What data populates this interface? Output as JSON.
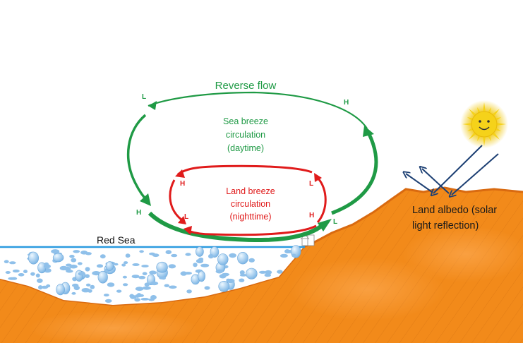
{
  "colors": {
    "sea_breeze": "#1f9a45",
    "land_breeze": "#e01b1b",
    "land": "#f28a1a",
    "land_outline": "#d96a10",
    "sea_surface": "#2b9be0",
    "sun": "#f5d21a",
    "reflection_arrows": "#1c3f73"
  },
  "labels": {
    "sea": "Red Sea",
    "reverse_flow": "Reverse flow",
    "sea_breeze": [
      "Sea breeze",
      "circulation",
      "(daytime)"
    ],
    "land_breeze": [
      "Land breeze",
      "circulation",
      "(nighttime)"
    ],
    "albedo": [
      "Land albedo (solar",
      "light reflection)"
    ]
  },
  "pressure_marks": {
    "sea_breeze": {
      "upper_left": "L",
      "upper_right": "H",
      "lower_left": "H",
      "lower_right": "L"
    },
    "land_breeze": {
      "upper_left": "H",
      "upper_right": "L",
      "lower_left": "L",
      "lower_right": "H"
    }
  },
  "icons": {
    "sun": "smiling-sun-icon",
    "buildings": "coastal-buildings-icon"
  }
}
